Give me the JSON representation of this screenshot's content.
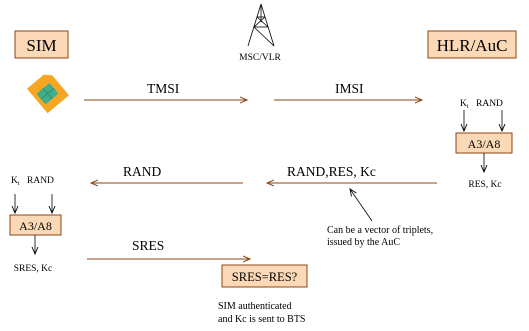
{
  "nodes": {
    "sim": "SIM",
    "msc_vlr": "MSC/VLR",
    "hlr_auc": "HLR/AuC"
  },
  "messages": {
    "tmsi": "TMSI",
    "imsi": "IMSI",
    "rand_to_sim": "RAND",
    "rand_res_kc": "RAND,RES, Kc",
    "sres": "SRES"
  },
  "auc_block": {
    "ki_prefix": "K",
    "ki_sub": "i",
    "rand": "RAND",
    "algo": "A3/A8",
    "output": "RES, Kc"
  },
  "sim_block": {
    "ki_prefix": "K",
    "ki_sub": "i",
    "rand": "RAND",
    "algo": "A3/A8",
    "output": "SRES, Kc"
  },
  "compare": "SRES=RES?",
  "notes": {
    "vector_line1": "Can be a vector of triplets,",
    "vector_line2": "issued by the AuC",
    "auth_line1": "SIM authenticated",
    "auth_line2": "and Kc is sent to BTS"
  },
  "colors": {
    "box_fill": "#fbd9b6",
    "box_stroke": "#8b4513",
    "arrow": "#8b4513",
    "sim_card": "#f5a623",
    "sim_chip": "#3fae8c"
  }
}
